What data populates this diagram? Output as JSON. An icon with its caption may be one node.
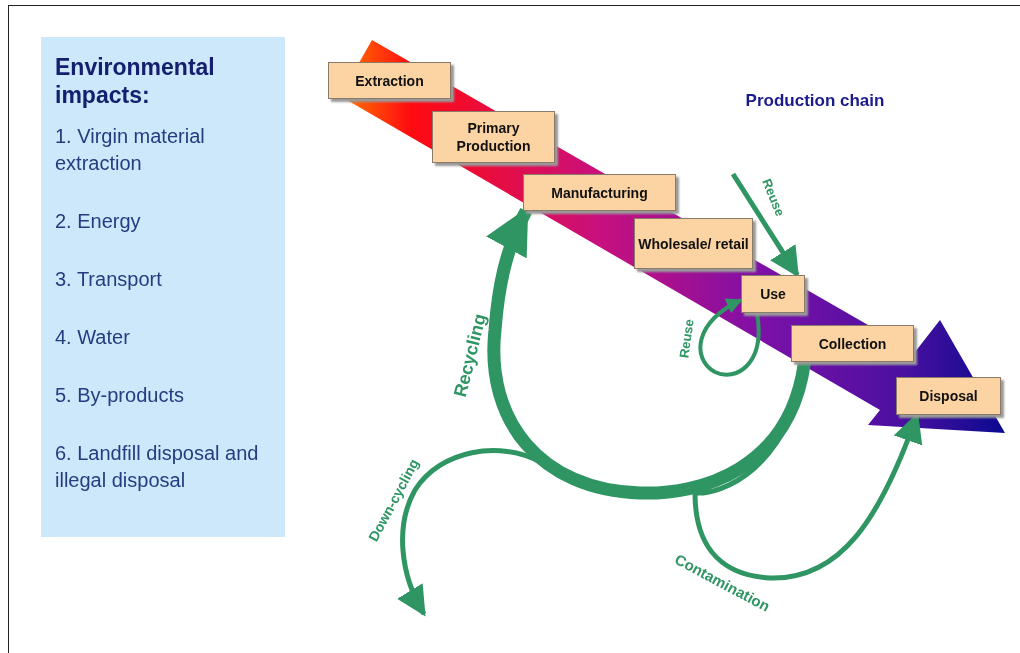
{
  "diagram": {
    "nodes": [
      {
        "text": [
          "Environmental impacts:",
          "1. Virgin material extraction",
          "2. Energy",
          "3. Transport",
          "4. Water",
          "5. By-products",
          "6. Landfill disposal and illegal disposal"
        ]
      },
      {
        "text": [
          "Extraction"
        ]
      },
      {
        "text": [
          "Primary Production"
        ]
      },
      {
        "text": [
          "Manufacturing"
        ]
      },
      {
        "text": [
          "Wholesale/ retail"
        ]
      },
      {
        "text": [
          "Use"
        ]
      },
      {
        "text": [
          "Collection"
        ]
      },
      {
        "text": [
          "Disposal"
        ]
      }
    ],
    "edges": [
      {
        "from": 6,
        "to": 3,
        "arrow": "to",
        "label": "Recycling",
        "style": "thick"
      },
      {
        "from": 6,
        "to": null,
        "arrow": "to",
        "label": "Down-cycling"
      },
      {
        "from": 6,
        "to": 7,
        "arrow": "to",
        "label": "Contamination"
      },
      {
        "from": 5,
        "to": 5,
        "arrow": "to",
        "label": "Reuse"
      },
      {
        "from": null,
        "to": 5,
        "arrow": "to",
        "label": "Reuse"
      }
    ],
    "labels": [
      "Production chain"
    ]
  }
}
